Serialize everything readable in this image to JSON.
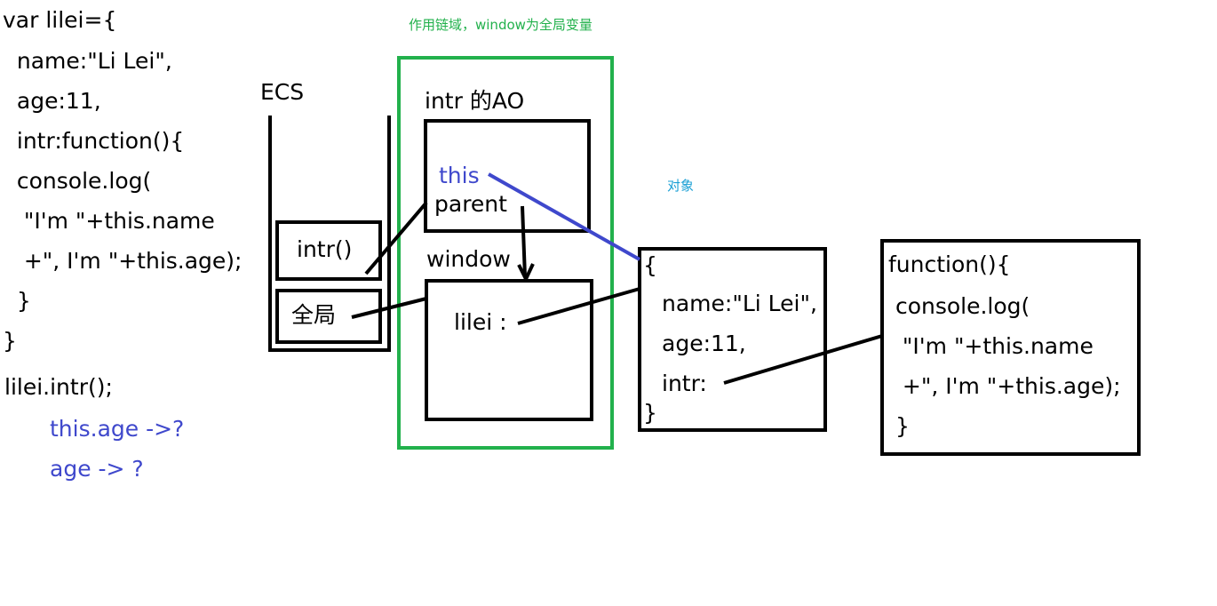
{
  "colors": {
    "text": "#000000",
    "highlight": "#3f48cc",
    "scope_chain_border": "#22b14c",
    "object_note": "#1a9fd4"
  },
  "code_left": [
    "var lilei={",
    "  name:\"Li Lei\",",
    "  age:11,",
    "  intr:function(){",
    "  console.log(",
    "   \"I'm \"+this.name",
    "   +\", I'm \"+this.age);",
    "  }",
    "}"
  ],
  "call": "lilei.intr();",
  "questions": [
    "this.age ->?",
    "age -> ?"
  ],
  "ecs": {
    "label": "ECS",
    "frames": [
      "intr()",
      "全局"
    ]
  },
  "scope_chain_note": "作用链域，window为全局变量",
  "ao": {
    "title": "intr 的AO",
    "this_label": "this",
    "parent_label": "parent"
  },
  "window": {
    "title": "window",
    "entry": "lilei :"
  },
  "object_note": "对象",
  "object_box": {
    "open": "{",
    "lines": [
      "name:\"Li Lei\",",
      "age:11,",
      "intr:"
    ],
    "close": "}"
  },
  "function_box": {
    "lines": [
      "function(){",
      " console.log(",
      "  \"I'm \"+this.name",
      "  +\", I'm \"+this.age);",
      " }"
    ]
  }
}
